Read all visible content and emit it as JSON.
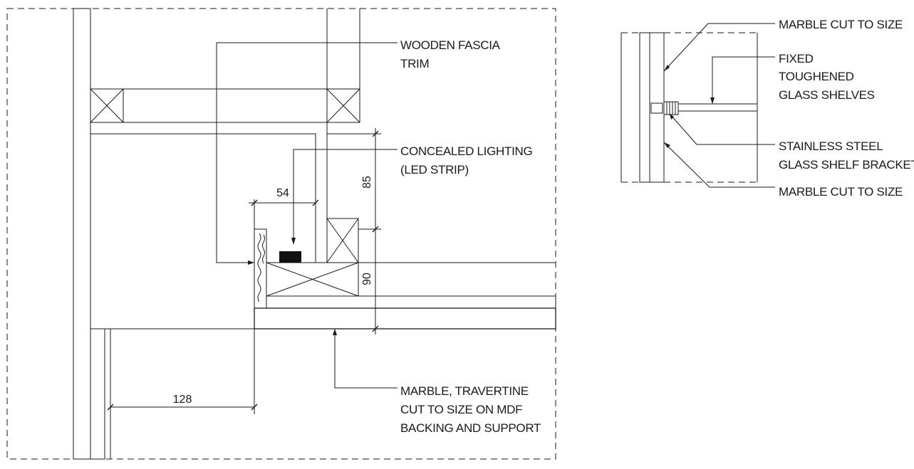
{
  "main_detail": {
    "labels": {
      "wooden_fascia": [
        "WOODEN FASCIA",
        "TRIM"
      ],
      "concealed_lighting": [
        "CONCEALED LIGHTING",
        "(LED STRIP)"
      ],
      "marble_travertine": [
        "MARBLE, TRAVERTINE",
        "CUT TO SIZE ON MDF",
        "BACKING AND SUPPORT"
      ]
    },
    "dimensions": {
      "d54": "54",
      "d85": "85",
      "d90": "90",
      "d128": "128"
    }
  },
  "shelf_detail": {
    "labels": {
      "marble_top": "MARBLE CUT TO SIZE",
      "glass_shelves": [
        "FIXED",
        "TOUGHENED",
        "GLASS SHELVES"
      ],
      "bracket": [
        "STAINLESS STEEL",
        "GLASS SHELF BRACKET"
      ],
      "marble_bottom": "MARBLE CUT TO SIZE"
    }
  },
  "colors": {
    "line": "#1a1a1a",
    "background": "#ffffff"
  }
}
